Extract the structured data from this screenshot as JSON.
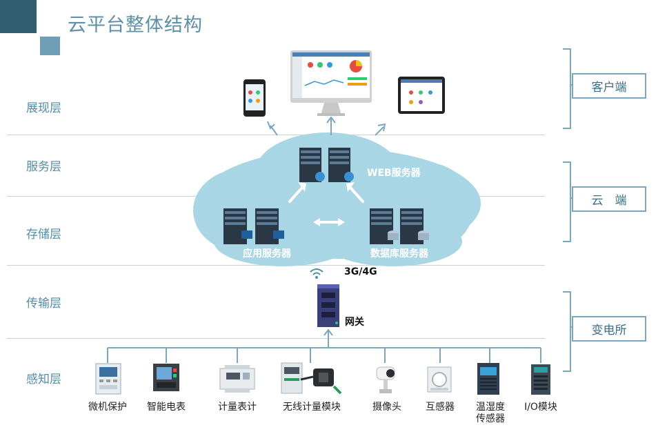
{
  "title": "云平台整体结构",
  "layers": [
    "展现层",
    "服务层",
    "存储层",
    "传输层",
    "感知层"
  ],
  "regions": [
    "客户端",
    "云　端",
    "变电所"
  ],
  "cloud": {
    "web_server": "WEB服务器",
    "app_server": "应用服务器",
    "db_server": "数据库服务器"
  },
  "network": "3G/4G",
  "gateway": "网关",
  "devices": [
    {
      "line1": "微机保护",
      "line2": "",
      "icon": "protection-relay-icon"
    },
    {
      "line1": "智能电表",
      "line2": "",
      "icon": "smart-meter-icon"
    },
    {
      "line1": "计量表计",
      "line2": "",
      "icon": "din-meter-icon"
    },
    {
      "line1": "无线计量模块",
      "line2": "",
      "icon": "wireless-meter-module-icon"
    },
    {
      "line1": "摄像头",
      "line2": "",
      "icon": "camera-icon"
    },
    {
      "line1": "互感器",
      "line2": "",
      "icon": "transformer-icon"
    },
    {
      "line1": "温湿度",
      "line2": "传感器",
      "icon": "temp-humidity-sensor-icon"
    },
    {
      "line1": "I/O模块",
      "line2": "",
      "icon": "io-module-icon"
    }
  ],
  "colors": {
    "accent": "#5d8fa6",
    "cloud": "#a9d6e4",
    "arrow": "#7aa7bf",
    "dark_square": "#2f5f70",
    "light_square": "#6f9fb5"
  }
}
